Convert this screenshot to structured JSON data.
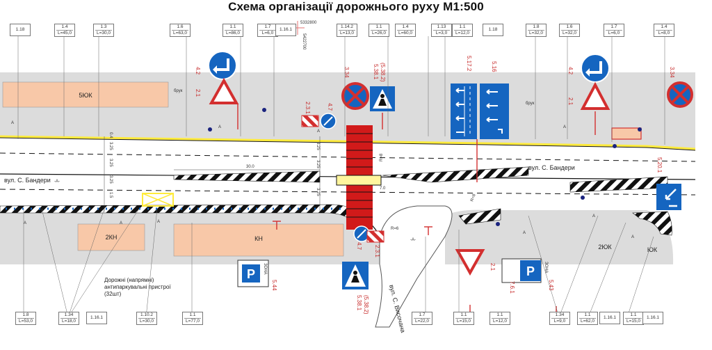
{
  "title": "Схема організації дорожнього руху М1:500",
  "coordinates": {
    "north": "5332800",
    "east": "5422700"
  },
  "street_labels": {
    "main_left": "вул. С. Бандери",
    "main_left_suffix": "-A-",
    "main_right": "вул. С. Бандери",
    "side": "вул. С. Височана",
    "side_suffix": "-A-"
  },
  "surface_labels": [
    "брук",
    "брук"
  ],
  "area_marks": [
    "A",
    "A",
    "A",
    "A",
    "A",
    "A",
    "A",
    "A",
    "A",
    "A"
  ],
  "buildings": [
    "5ЮК",
    "2КН",
    "КН",
    "2ЮК",
    "ЮК"
  ],
  "dimensions": {
    "d1": "0.4",
    "d2": "3.25",
    "d3": "3.25",
    "d4": "3.25",
    "d5": "1.5",
    "w1": "3.25",
    "w2": "3.25",
    "w3": "3.25",
    "len": "30.0",
    "r1": "R=8",
    "r2": "R=6",
    "r3": "R=8",
    "seg": "7.0"
  },
  "sign_codes": {
    "s_42a": "4.2",
    "s_21a": "2.1",
    "s_231a": "2.3.1",
    "s_47a": "4.7",
    "s_334a": "3.34",
    "s_5381a": "5.38.1",
    "s_5382a": "(5.38.2)",
    "s_5172": "5.17.2",
    "s_516": "5.16",
    "s_42b": "4.2",
    "s_21b": "2.1",
    "s_334b": "3.34",
    "s_5201": "5.20.1",
    "s_47b": "4.7",
    "s_231b": "2.3.1",
    "s_5381b": "5.38.1",
    "s_5382b": "(5.38.2)",
    "s_544": "5.44",
    "s_21c": "2.1",
    "s_761": "7.6.1",
    "s_543": "5.43"
  },
  "zone_label": "ЗОНА",
  "parking_letter": "P",
  "note_text": "Дорожні (напрямні) антипаркувальні пристрої (32шт)",
  "top_boxes": [
    [
      "1.18",
      ""
    ],
    [
      "1.4",
      "L=45,0"
    ],
    [
      "1.3",
      "L=30,0"
    ],
    [
      "1.6",
      "L=63,0"
    ],
    [
      "1.1",
      "L=86,0"
    ],
    [
      "1.7",
      "L=6,0"
    ],
    [
      "1.16.1",
      ""
    ],
    [
      "1.14.2",
      "L=13,0"
    ],
    [
      "1.1",
      "L=26,0"
    ],
    [
      "1.4",
      "L=60,0"
    ],
    [
      "1.13",
      "L=3,0"
    ],
    [
      "1.1",
      "L=12,0"
    ],
    [
      "1.18",
      ""
    ],
    [
      "1.8",
      "L=32,0"
    ],
    [
      "1.6",
      "L=32,0"
    ],
    [
      "1.7",
      "L=6,0"
    ],
    [
      "1.4",
      "L=8,0"
    ]
  ],
  "bottom_boxes": [
    [
      "1.8",
      "L=53,0"
    ],
    [
      "1.34",
      "L=18,0"
    ],
    [
      "1.16.1",
      ""
    ],
    [
      "1.10.2",
      "L=30,0"
    ],
    [
      "1.1",
      "L=77,0"
    ],
    [
      "1.7",
      "L=22,0"
    ],
    [
      "1.1",
      "L=15,0"
    ],
    [
      "1.1",
      "L=12,0"
    ],
    [
      "1.34",
      "L=9,0"
    ],
    [
      "1.1",
      "L=62,0"
    ],
    [
      "1.16.1",
      ""
    ],
    [
      "1.1",
      "L=15,0"
    ],
    [
      "1.16.1",
      ""
    ]
  ],
  "colors": {
    "sign_blue": "#1565c0",
    "sign_red": "#d32f2f",
    "building": "#f8c8a8",
    "road_fill": "#ffffff",
    "sidewalk": "#dcdcdc",
    "curb_yellow": "#ffeb3b",
    "crossing_red": "#d11a1a",
    "marking_black": "#111111",
    "dim_red": "#c62828"
  }
}
